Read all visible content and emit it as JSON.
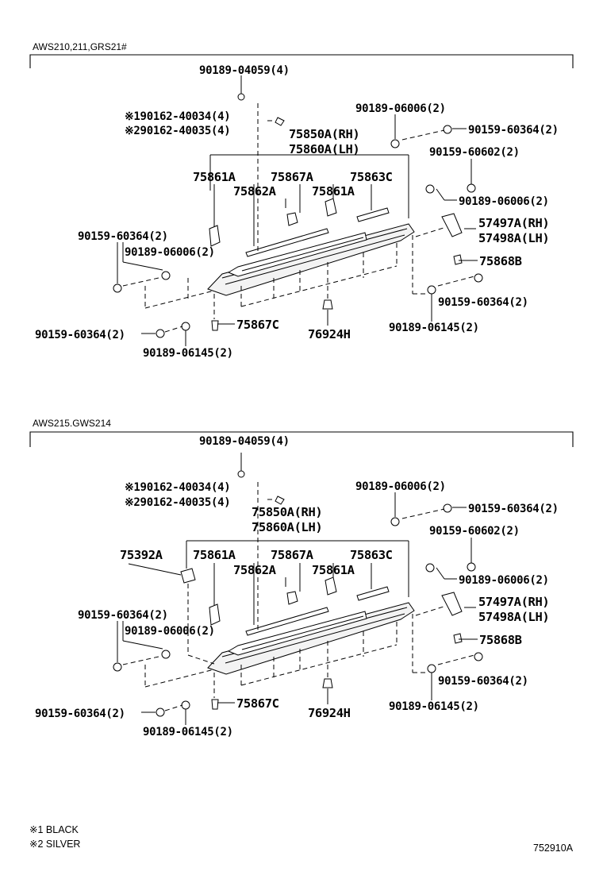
{
  "sections": [
    {
      "header": "AWS210,211,GRS21#",
      "labels": {
        "p_90189_04059": "90189-04059(4)",
        "p_90162_40034": "※190162-40034(4)",
        "p_90162_40035": "※290162-40035(4)",
        "p_75850a": "75850A(RH)",
        "p_75860a": "75860A(LH)",
        "p_90189_06006_top": "90189-06006(2)",
        "p_90159_60364_right": "90159-60364(2)",
        "p_90159_60602": "90159-60602(2)",
        "p_90189_06006_right": "90189-06006(2)",
        "p_75861a_left": "75861A",
        "p_75867a": "75867A",
        "p_75863c": "75863C",
        "p_75862a": "75862A",
        "p_75861a_right": "75861A",
        "p_57497a": "57497A(RH)",
        "p_57498a": "57498A(LH)",
        "p_75868b": "75868B",
        "p_90159_60364_left": "90159-60364(2)",
        "p_90189_06006_left": "90189-06006(2)",
        "p_90159_60364_lowright": "90159-60364(2)",
        "p_90189_06145_right": "90189-06145(2)",
        "p_90159_60364_bottom": "90159-60364(2)",
        "p_75867c": "75867C",
        "p_76924h": "76924H",
        "p_90189_06145_bottom": "90189-06145(2)"
      }
    },
    {
      "header": "AWS215.GWS214",
      "labels": {
        "p_90189_04059": "90189-04059(4)",
        "p_90162_40034": "※190162-40034(4)",
        "p_90162_40035": "※290162-40035(4)",
        "p_75850a": "75850A(RH)",
        "p_75860a": "75860A(LH)",
        "p_90189_06006_top": "90189-06006(2)",
        "p_90159_60364_right": "90159-60364(2)",
        "p_90159_60602": "90159-60602(2)",
        "p_90189_06006_right": "90189-06006(2)",
        "p_75392a": "75392A",
        "p_75861a_left": "75861A",
        "p_75867a": "75867A",
        "p_75863c": "75863C",
        "p_75862a": "75862A",
        "p_75861a_right": "75861A",
        "p_57497a": "57497A(RH)",
        "p_57498a": "57498A(LH)",
        "p_75868b": "75868B",
        "p_90159_60364_left": "90159-60364(2)",
        "p_90189_06006_left": "90189-06006(2)",
        "p_90159_60364_lowright": "90159-60364(2)",
        "p_90189_06145_right": "90189-06145(2)",
        "p_90159_60364_bottom": "90159-60364(2)",
        "p_75867c": "75867C",
        "p_76924h": "76924H",
        "p_90189_06145_bottom": "90189-06145(2)"
      }
    }
  ],
  "notes": {
    "note1": "※1 BLACK",
    "note2": "※2 SILVER"
  },
  "figure_code": "752910A"
}
